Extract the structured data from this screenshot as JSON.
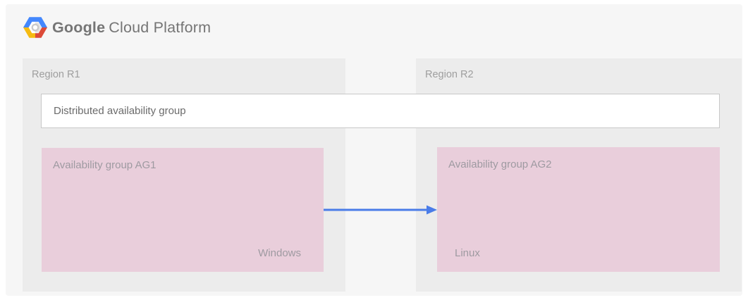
{
  "header": {
    "logo_name": "google-cloud-platform-logo",
    "wordmark_primary": "Google",
    "wordmark_secondary": "Cloud Platform"
  },
  "diagram": {
    "regions": [
      {
        "label": "Region R1"
      },
      {
        "label": "Region R2"
      }
    ],
    "distributed_group": {
      "label": "Distributed availability group"
    },
    "availability_groups": [
      {
        "label": "Availability group AG1",
        "os_label": "Windows"
      },
      {
        "label": "Availability group AG2",
        "os_label": "Linux"
      }
    ],
    "arrow": {
      "from": "Availability group AG1",
      "to": "Availability group AG2",
      "color": "#4a7ce8"
    }
  },
  "colors": {
    "page_bg": "#ffffff",
    "card_bg": "#f6f6f6",
    "region_bg": "#ececec",
    "availability_group_bg": "#e9cedb",
    "distributed_box_bg": "#ffffff",
    "distributed_box_border": "#c8c8c8",
    "label_gray": "#9e9e9e",
    "text_gray": "#6b6b6b",
    "wordmark_gray": "#757575",
    "logo_blue": "#4387fd",
    "logo_red": "#dc4a38",
    "logo_yellow": "#f5bb12",
    "arrow_blue": "#4a7ce8"
  }
}
